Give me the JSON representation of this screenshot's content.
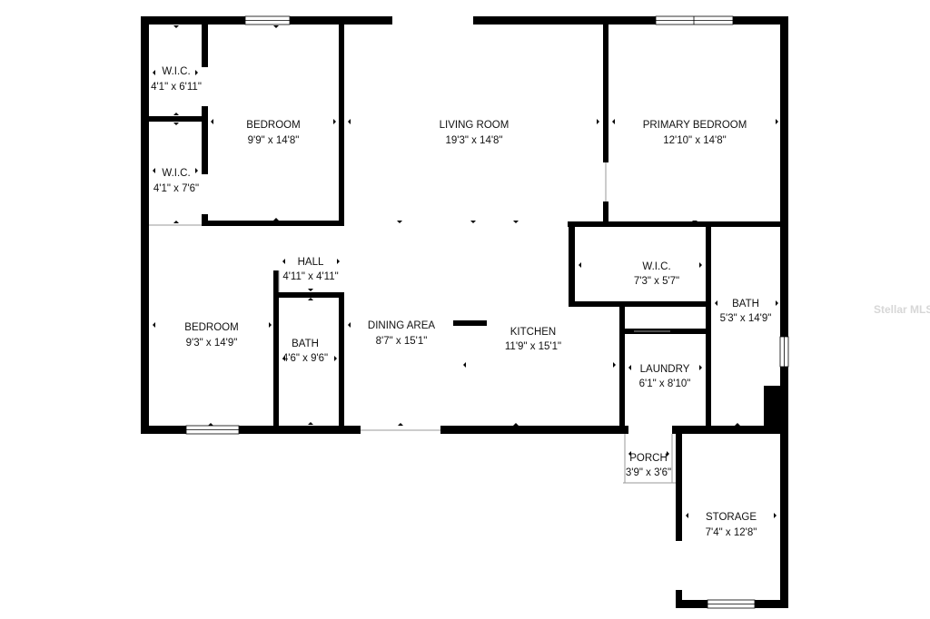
{
  "rooms": [
    {
      "id": "wic-1",
      "name": "W.I.C.",
      "dims": "4'1\" x 6'11\""
    },
    {
      "id": "wic-2",
      "name": "W.I.C.",
      "dims": "4'1\" x 7'6\""
    },
    {
      "id": "bedroom-1",
      "name": "BEDROOM",
      "dims": "9'9\" x 14'8\""
    },
    {
      "id": "living-room",
      "name": "LIVING ROOM",
      "dims": "19'3\" x 14'8\""
    },
    {
      "id": "primary-bedroom",
      "name": "PRIMARY BEDROOM",
      "dims": "12'10\" x 14'8\""
    },
    {
      "id": "hall",
      "name": "HALL",
      "dims": "4'11\" x 4'11\""
    },
    {
      "id": "bedroom-2",
      "name": "BEDROOM",
      "dims": "9'3\" x 14'9\""
    },
    {
      "id": "bath-1",
      "name": "BATH",
      "dims": "4'6\" x 9'6\""
    },
    {
      "id": "dining-area",
      "name": "DINING AREA",
      "dims": "8'7\" x 15'1\""
    },
    {
      "id": "kitchen",
      "name": "KITCHEN",
      "dims": "11'9\" x 15'1\""
    },
    {
      "id": "wic-3",
      "name": "W.I.C.",
      "dims": "7'3\" x 5'7\""
    },
    {
      "id": "bath-2",
      "name": "BATH",
      "dims": "5'3\" x 14'9\""
    },
    {
      "id": "laundry",
      "name": "LAUNDRY",
      "dims": "6'1\" x 8'10\""
    },
    {
      "id": "porch",
      "name": "PORCH",
      "dims": "3'9\" x 3'6\""
    },
    {
      "id": "storage",
      "name": "STORAGE",
      "dims": "7'4\" x 12'8\""
    }
  ],
  "watermark": "Stellar MLS",
  "colors": {
    "wall": "#000000",
    "background": "#ffffff",
    "watermark": "#d7d7d7"
  }
}
